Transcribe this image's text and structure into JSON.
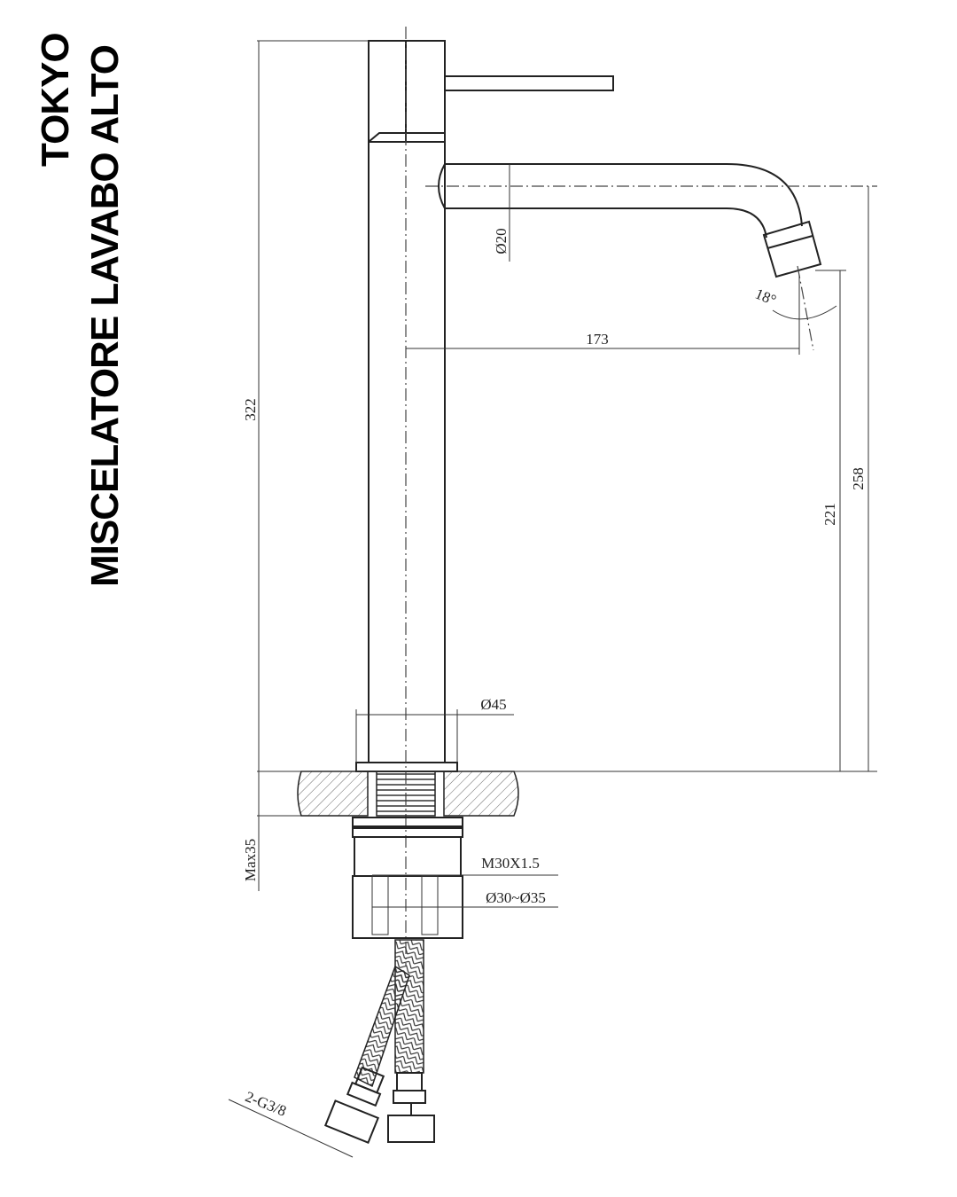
{
  "title": {
    "line1": "TOKYO",
    "line2": "MISCELATORE LAVABO ALTO"
  },
  "dimensions": {
    "total_height": "322",
    "spout_height": "258",
    "outlet_height": "221",
    "spout_reach": "173",
    "spout_diameter": "Ø20",
    "outlet_angle": "18°",
    "body_diameter": "Ø45",
    "max_deck_thickness": "Max35",
    "thread": "M30X1.5",
    "hole_diameter": "Ø30~Ø35",
    "hose_connection": "2-G3/8"
  },
  "colors": {
    "line": "#222222",
    "hatch": "#555555",
    "background": "#ffffff"
  }
}
